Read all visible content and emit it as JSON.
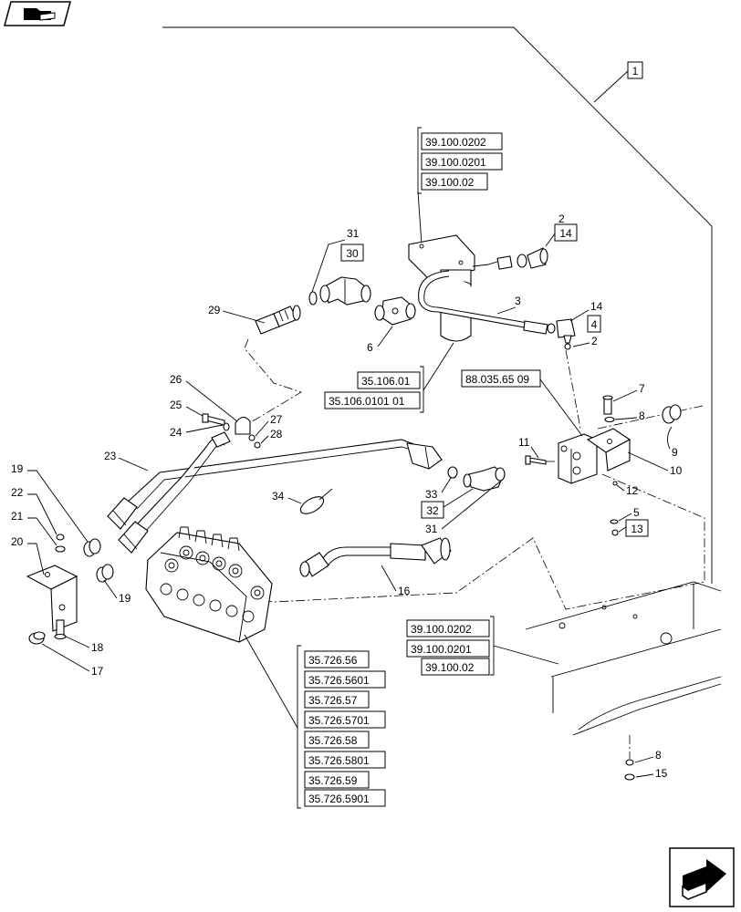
{
  "callouts": {
    "c1": "1",
    "c2a": "2",
    "c2b": "2",
    "c3": "3",
    "c5": "5",
    "c6": "6",
    "c7": "7",
    "c8a": "8",
    "c8b": "8",
    "c9": "9",
    "c10": "10",
    "c11": "11",
    "c12": "12",
    "c14a": "14",
    "c15": "15",
    "c16": "16",
    "c17": "17",
    "c18": "18",
    "c19a": "19",
    "c19b": "19",
    "c20": "20",
    "c21": "21",
    "c22": "22",
    "c23": "23",
    "c24": "24",
    "c25": "25",
    "c26": "26",
    "c27": "27",
    "c28": "28",
    "c29": "29",
    "c31a": "31",
    "c31b": "31",
    "c33": "33",
    "c34": "34"
  },
  "boxed_callouts": {
    "b1": "1",
    "b4": "4",
    "b13": "13",
    "b14": "14",
    "b30": "30",
    "b32": "32"
  },
  "refs": {
    "top_group": [
      "39.100.0202",
      "39.100.0201",
      "39.100.02"
    ],
    "filter_group": [
      "35.106.01",
      "35.106.0101 01"
    ],
    "bracket_ref": "88.035.65 09",
    "frame_group": [
      "39.100.0202",
      "39.100.0201",
      "39.100.02"
    ],
    "valve_group": [
      "35.726.56",
      "35.726.5601",
      "35.726.57",
      "35.726.5701",
      "35.726.58",
      "35.726.5801",
      "35.726.59",
      "35.726.5901"
    ]
  },
  "icons": {
    "top_left": "folder-book-icon",
    "bottom_right": "next-page-arrow-icon"
  }
}
